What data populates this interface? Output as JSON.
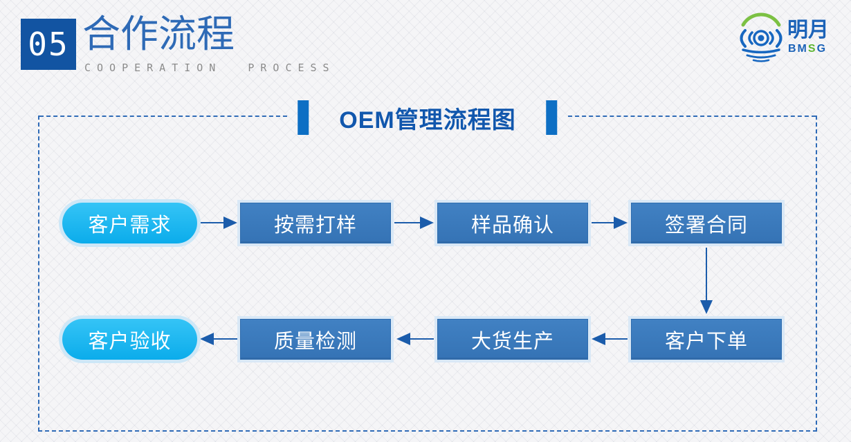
{
  "header": {
    "section_number": "05",
    "title": "合作流程",
    "subtitle": "COOPERATION PROCESS"
  },
  "logo": {
    "company_name": "明月",
    "abbr_part1": "BM",
    "abbr_part2": "S",
    "abbr_part3": "G"
  },
  "diagram": {
    "title": "OEM管理流程图",
    "nodes": [
      {
        "id": "customer-demand",
        "label": "客户需求",
        "shape": "pill"
      },
      {
        "id": "sample-on-demand",
        "label": "按需打样",
        "shape": "rect"
      },
      {
        "id": "sample-confirm",
        "label": "样品确认",
        "shape": "rect"
      },
      {
        "id": "sign-contract",
        "label": "签署合同",
        "shape": "rect"
      },
      {
        "id": "customer-order",
        "label": "客户下单",
        "shape": "rect"
      },
      {
        "id": "bulk-production",
        "label": "大货生产",
        "shape": "rect"
      },
      {
        "id": "quality-check",
        "label": "质量检测",
        "shape": "rect"
      },
      {
        "id": "customer-accept",
        "label": "客户验收",
        "shape": "pill"
      }
    ],
    "edges": [
      {
        "from": "客户需求",
        "to": "按需打样"
      },
      {
        "from": "按需打样",
        "to": "样品确认"
      },
      {
        "from": "样品确认",
        "to": "签署合同"
      },
      {
        "from": "签署合同",
        "to": "客户下单"
      },
      {
        "from": "客户下单",
        "to": "大货生产"
      },
      {
        "from": "大货生产",
        "to": "质量检测"
      },
      {
        "from": "质量检测",
        "to": "客户验收"
      }
    ]
  },
  "colors": {
    "header_number_box": "#1254a2",
    "header_title": "#2e6ab6",
    "header_subtitle": "#8b8b8b",
    "dashed_border": "#2f6bb7",
    "accent_bar": "#0d6fc4",
    "diagram_title": "#1157ad",
    "rect_node": "#3573b5",
    "pill_node": "#14b2ef",
    "arrow": "#1b5cab",
    "logo_blue": "#1767c0",
    "logo_green": "#7cc143"
  }
}
